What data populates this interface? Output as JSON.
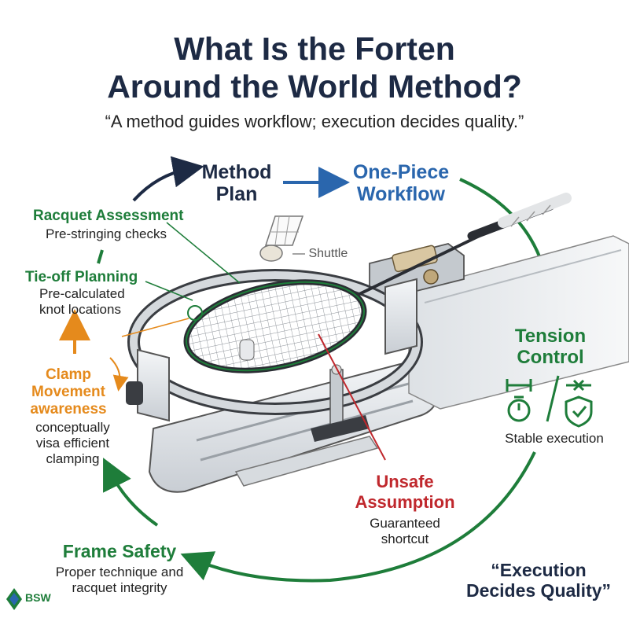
{
  "title": {
    "line1": "What Is the Forten",
    "line2": "Around the World Method?"
  },
  "subtitle": "“A method guides workflow; execution decides quality.”",
  "steps": {
    "method_plan": {
      "line1": "Method",
      "line2": "Plan"
    },
    "one_piece": {
      "line1": "One-Piece",
      "line2": "Workflow"
    },
    "racquet_assessment": {
      "title": "Racquet Assessment",
      "desc": "Pre-stringing checks"
    },
    "tieoff_planning": {
      "title": "Tie-off Planning",
      "desc1": "Pre-calculated",
      "desc2": "knot locations"
    },
    "clamp_movement": {
      "title1": "Clamp",
      "title2": "Movement",
      "title3": "awareness",
      "desc1": "conceptually",
      "desc2": "visa efficient",
      "desc3": "clamping"
    },
    "tension_control": {
      "line1": "Tension",
      "line2": "Control",
      "desc": "Stable execution"
    },
    "unsafe_assumption": {
      "line1": "Unsafe",
      "line2": "Assumption",
      "desc1": "Guaranteed",
      "desc2": "shortcut"
    },
    "frame_safety": {
      "title": "Frame Safety",
      "desc1": "Proper technique and",
      "desc2": "racquet integrity"
    }
  },
  "shuttle_label": "— Shuttle",
  "closing_quote": {
    "line1": "“Execution",
    "line2": "Decides Quality”"
  },
  "logo": {
    "text": "BSW"
  },
  "colors": {
    "navy": "#1d2a44",
    "blue": "#2a66ad",
    "green": "#1e7d3a",
    "orange": "#e58a1c",
    "red": "#c0282d"
  },
  "icons": [
    "tension-gauge-icon",
    "stopwatch-icon",
    "tension-arrows-icon",
    "shield-check-icon"
  ]
}
